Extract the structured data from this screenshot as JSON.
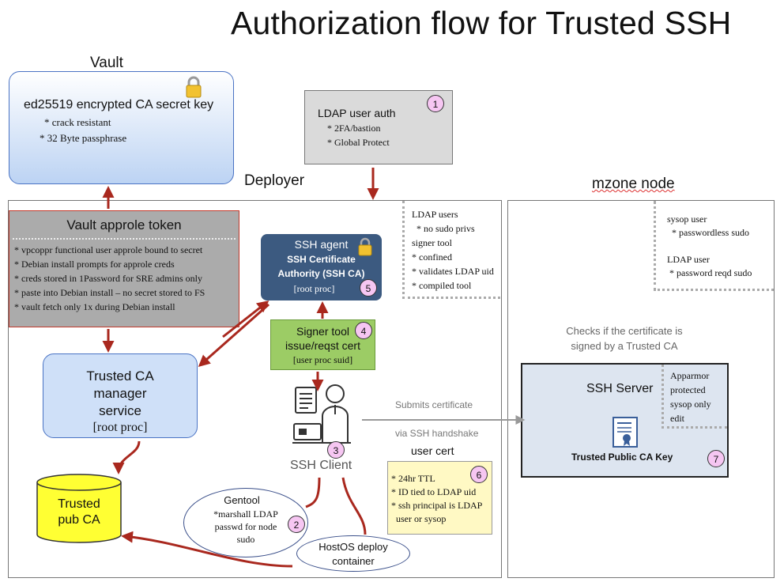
{
  "title": "Authorization flow for Trusted SSH",
  "vault": {
    "label": "Vault",
    "key_title": "ed25519 encrypted CA secret key",
    "bullets": [
      "* crack resistant",
      "* 32 Byte passphrase"
    ]
  },
  "ldap_auth": {
    "title": "LDAP user auth",
    "bullets": [
      "* 2FA/bastion",
      "* Global Protect"
    ],
    "step": "1"
  },
  "deployer": {
    "label": "Deployer"
  },
  "mzone": {
    "label": "mzone node"
  },
  "approle": {
    "title": "Vault approle token",
    "items": [
      "* vpcoppr functional user approle bound to secret",
      "* Debian install prompts for approle creds",
      "* creds stored in 1Password for SRE admins only",
      "* paste into Debian install – no secret stored to FS",
      "* vault fetch only 1x during Debian install"
    ]
  },
  "deployer_note": {
    "lines": [
      "LDAP users",
      "  * no sudo privs",
      "signer tool",
      "* confined",
      "* validates LDAP uid",
      "* compiled tool"
    ]
  },
  "ssh_agent": {
    "title": "SSH agent",
    "line1": "SSH Certificate",
    "line2": "Authority (SSH CA)",
    "proc": "[root proc]",
    "step": "5"
  },
  "signer": {
    "line1": "Signer tool",
    "line2": "issue/reqst cert",
    "proc": "[user proc suid]",
    "step": "4"
  },
  "trusted_ca_manager": {
    "line1": "Trusted CA",
    "line2": "manager",
    "line3": "service",
    "proc": "[root proc]"
  },
  "ssh_client": {
    "label": "SSH Client",
    "step": "3"
  },
  "submits": {
    "line1": "Submits certificate",
    "line2": "via SSH handshake"
  },
  "user_cert": {
    "label": "user cert",
    "lines": [
      "* 24hr TTL",
      "* ID tied to LDAP uid",
      "* ssh principal is LDAP",
      "user or sysop"
    ],
    "step": "6"
  },
  "trusted_pub_ca": {
    "line1": "Trusted",
    "line2": "pub CA"
  },
  "gentool": {
    "title": "Gentool",
    "line1": "*marshall LDAP",
    "line2": "passwd for node",
    "line3": "sudo",
    "step": "2"
  },
  "hostos": {
    "line1": "HostOS deploy",
    "line2": "container"
  },
  "mzone_note": {
    "lines": [
      "sysop user",
      "  * passwordless sudo",
      "",
      "LDAP user",
      " * password reqd sudo"
    ]
  },
  "checks": {
    "line1": "Checks if the certificate is",
    "line2": "signed by a Trusted CA"
  },
  "ssh_server": {
    "title": "SSH Server",
    "key_label": "Trusted Public CA Key",
    "step": "7"
  },
  "apparmor": {
    "lines": [
      "Apparmor",
      "protected",
      "sysop only",
      "edit"
    ]
  },
  "colors": {
    "arrow": "#a9281e",
    "agent": "#3c5a80",
    "signer": "#9ccc65",
    "pubca": "#ffff33",
    "badge": "#f6c6f2"
  },
  "icons": [
    "lock-icon",
    "person-at-computer-icon",
    "certificate-icon"
  ]
}
